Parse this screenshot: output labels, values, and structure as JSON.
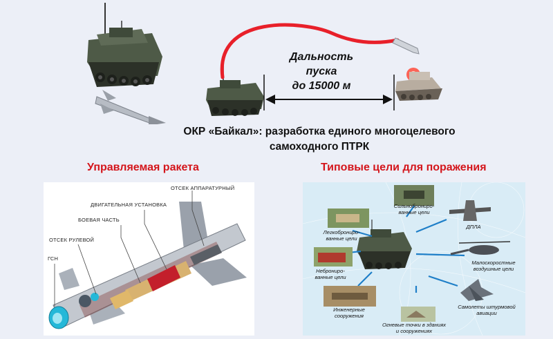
{
  "top": {
    "range_label": [
      "Дальность",
      "пуска",
      "до 15000 м"
    ],
    "headline": [
      "ОКР «Байкал»: разработка единого многоцелевого",
      "самоходного ПТРК"
    ]
  },
  "left_section": {
    "title": "Управляемая ракета",
    "callouts": {
      "electronics": "ОТСЕК АППАРАТУРНЫЙ",
      "propulsion": "ДВИГАТЕЛЬНАЯ УСТАНОВКА",
      "warhead": "БОЕВАЯ ЧАСТЬ",
      "steering": "ОТСЕК РУЛЕВОЙ",
      "seeker": "ГСН"
    }
  },
  "right_section": {
    "title": "Типовые цели для поражения",
    "targets": {
      "heavy": [
        "Сильнобронирo-",
        "ванные цели"
      ],
      "light": [
        "Легкобронирo-",
        "ванные цели"
      ],
      "unarmored": [
        "Небронирo-",
        "ванные цели"
      ],
      "uav": [
        "ДПЛА"
      ],
      "slow_air": [
        "Малоскоростные",
        "воздушные цели"
      ],
      "engineering": [
        "Инженерные",
        "сооружения"
      ],
      "buildings": [
        "Огневые точки в зданиях",
        "и сооружениях"
      ],
      "attack_aircraft": [
        "Самолеты штурмовой",
        "авиации"
      ]
    }
  },
  "colors": {
    "accent_red": "#d4151b",
    "vehicle_green": "#4e5a47",
    "missile_trail": "#e8202a"
  }
}
